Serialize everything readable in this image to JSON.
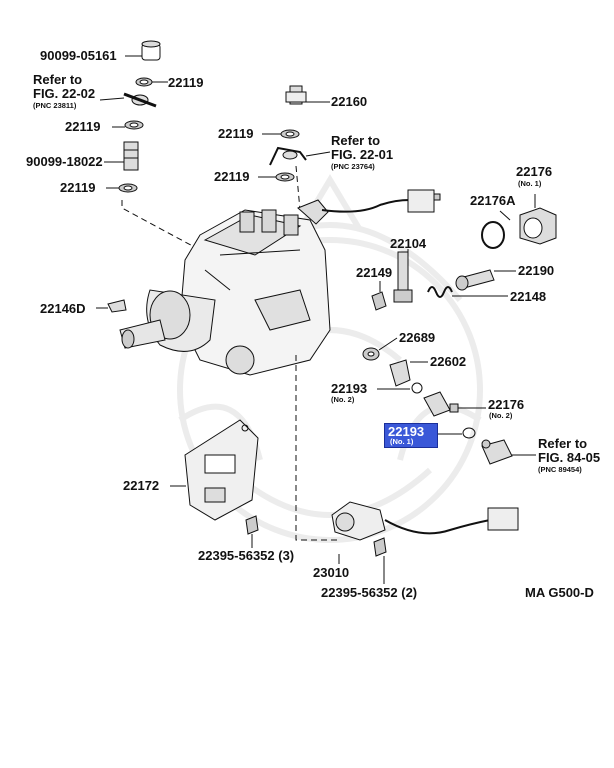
{
  "labels": {
    "p90099_05161": "90099-05161",
    "refer_top": "Refer to",
    "fig_22_02": "FIG. 22-02",
    "pnc_23811": "(PNC 23811)",
    "p22119_a": "22119",
    "p22119_b": "22119",
    "p90099_18022": "90099-18022",
    "p22119_c": "22119",
    "p22160": "22160",
    "p22119_d": "22119",
    "refer_mid": "Refer to",
    "fig_22_01": "FIG. 22-01",
    "pnc_23764": "(PNC 23764)",
    "p22119_e": "22119",
    "p22176_top": "22176",
    "no1_top": "(No. 1)",
    "p22176A": "22176A",
    "p22104": "22104",
    "p22149": "22149",
    "p22190": "22190",
    "p22148": "22148",
    "p22146D": "22146D",
    "p22689": "22689",
    "p22602": "22602",
    "p22193_no2": "22193",
    "no2_a": "(No. 2)",
    "p22176_no2": "22176",
    "no2_b": "(No. 2)",
    "p22193_no1": "22193",
    "no1_hl": "(No. 1)",
    "refer_right": "Refer to",
    "fig_84_05": "FIG. 84-05",
    "pnc_89454": "(PNC 89454)",
    "p22172": "22172",
    "p22395_3": "22395-56352 (3)",
    "p23010": "23010",
    "p22395_2": "22395-56352 (2)",
    "code": "MA G500-D"
  },
  "colors": {
    "line": "#111111",
    "watermark": "#e8e8e8",
    "highlight": "#3a58d8"
  }
}
